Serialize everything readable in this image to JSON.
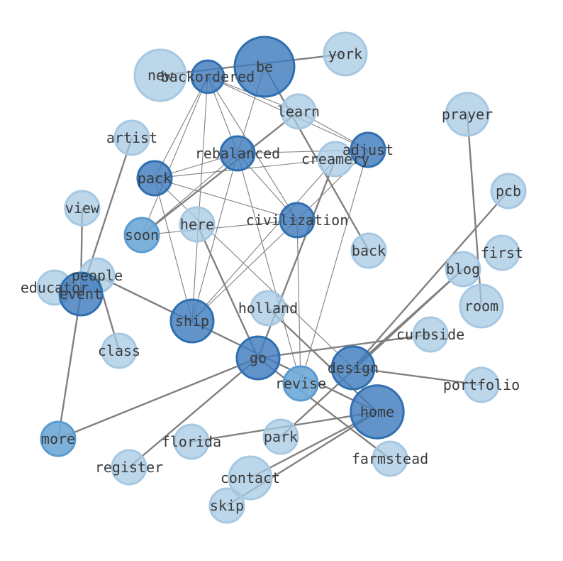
{
  "colors": {
    "edge": "#808080",
    "light_fill": "#a6c8e3",
    "light_stroke": "#a6c8e3",
    "dark_fill": "#3f7bbd",
    "dark_stroke": "#2f6fb0",
    "label": "#3a3a3a"
  },
  "nodes": [
    {
      "id": "be",
      "label": "be",
      "level": "dark",
      "weight": 1.0
    },
    {
      "id": "new",
      "label": "new",
      "level": "light",
      "weight": 0.75
    },
    {
      "id": "backordered",
      "label": "backordered",
      "level": "dark",
      "weight": 0.2
    },
    {
      "id": "york",
      "label": "york",
      "level": "light",
      "weight": 0.5
    },
    {
      "id": "learn",
      "label": "learn",
      "level": "light",
      "weight": 0.25
    },
    {
      "id": "prayer",
      "label": "prayer",
      "level": "light",
      "weight": 0.5
    },
    {
      "id": "artist",
      "label": "artist",
      "level": "light",
      "weight": 0.25
    },
    {
      "id": "rebalanced",
      "label": "rebalanced",
      "level": "dark",
      "weight": 0.25
    },
    {
      "id": "creamery",
      "label": "creamery",
      "level": "light",
      "weight": 0.25
    },
    {
      "id": "adjust",
      "label": "adjust",
      "level": "dark",
      "weight": 0.25
    },
    {
      "id": "pack",
      "label": "pack",
      "level": "dark",
      "weight": 0.25
    },
    {
      "id": "pcb",
      "label": "pcb",
      "level": "light",
      "weight": 0.25
    },
    {
      "id": "view",
      "label": "view",
      "level": "light",
      "weight": 0.25
    },
    {
      "id": "here",
      "label": "here",
      "level": "light",
      "weight": 0.25
    },
    {
      "id": "civilization",
      "label": "civilization",
      "level": "dark",
      "weight": 0.25
    },
    {
      "id": "soon",
      "label": "soon",
      "level": "mid",
      "weight": 0.25
    },
    {
      "id": "back",
      "label": "back",
      "level": "light",
      "weight": 0.25
    },
    {
      "id": "first",
      "label": "first",
      "level": "light",
      "weight": 0.25
    },
    {
      "id": "blog",
      "label": "blog",
      "level": "light",
      "weight": 0.25
    },
    {
      "id": "people",
      "label": "people",
      "level": "light",
      "weight": 0.25
    },
    {
      "id": "educator",
      "label": "educator",
      "level": "light",
      "weight": 0.25
    },
    {
      "id": "event",
      "label": "event",
      "level": "dark",
      "weight": 0.5
    },
    {
      "id": "room",
      "label": "room",
      "level": "light",
      "weight": 0.5
    },
    {
      "id": "holland",
      "label": "holland",
      "level": "light",
      "weight": 0.25
    },
    {
      "id": "ship",
      "label": "ship",
      "level": "dark",
      "weight": 0.5
    },
    {
      "id": "curbside",
      "label": "curbside",
      "level": "light",
      "weight": 0.25
    },
    {
      "id": "class",
      "label": "class",
      "level": "light",
      "weight": 0.25
    },
    {
      "id": "go",
      "label": "go",
      "level": "dark",
      "weight": 0.5
    },
    {
      "id": "design",
      "label": "design",
      "level": "dark",
      "weight": 0.5
    },
    {
      "id": "revise",
      "label": "revise",
      "level": "mid",
      "weight": 0.25
    },
    {
      "id": "portfolio",
      "label": "portfolio",
      "level": "light",
      "weight": 0.25
    },
    {
      "id": "home",
      "label": "home",
      "level": "dark",
      "weight": 0.8
    },
    {
      "id": "more",
      "label": "more",
      "level": "mid",
      "weight": 0.25
    },
    {
      "id": "florida",
      "label": "florida",
      "level": "light",
      "weight": 0.25
    },
    {
      "id": "park",
      "label": "park",
      "level": "light",
      "weight": 0.25
    },
    {
      "id": "farmstead",
      "label": "farmstead",
      "level": "light",
      "weight": 0.25
    },
    {
      "id": "register",
      "label": "register",
      "level": "light",
      "weight": 0.25
    },
    {
      "id": "contact",
      "label": "contact",
      "level": "light",
      "weight": 0.5
    },
    {
      "id": "skip",
      "label": "skip",
      "level": "light",
      "weight": 0.25
    }
  ],
  "edges": [
    {
      "source": "new",
      "target": "york",
      "strength": "strong"
    },
    {
      "source": "be",
      "target": "back",
      "strength": "strong"
    },
    {
      "source": "learn",
      "target": "soon",
      "strength": "strong"
    },
    {
      "source": "artist",
      "target": "event",
      "strength": "strong"
    },
    {
      "source": "view",
      "target": "event",
      "strength": "strong"
    },
    {
      "source": "people",
      "target": "class",
      "strength": "strong"
    },
    {
      "source": "people",
      "target": "home",
      "strength": "strong"
    },
    {
      "source": "educator",
      "target": "event",
      "strength": "strong"
    },
    {
      "source": "event",
      "target": "more",
      "strength": "strong"
    },
    {
      "source": "prayer",
      "target": "room",
      "strength": "strong"
    },
    {
      "source": "pcb",
      "target": "design",
      "strength": "strong"
    },
    {
      "source": "creamery",
      "target": "go",
      "strength": "strong"
    },
    {
      "source": "here",
      "target": "go",
      "strength": "strong"
    },
    {
      "source": "go",
      "target": "curbside",
      "strength": "strong"
    },
    {
      "source": "go",
      "target": "more",
      "strength": "strong"
    },
    {
      "source": "go",
      "target": "register",
      "strength": "strong"
    },
    {
      "source": "go",
      "target": "farmstead",
      "strength": "strong"
    },
    {
      "source": "holland",
      "target": "home",
      "strength": "strong"
    },
    {
      "source": "design",
      "target": "portfolio",
      "strength": "strong"
    },
    {
      "source": "blog",
      "target": "park",
      "strength": "strong"
    },
    {
      "source": "home",
      "target": "florida",
      "strength": "strong"
    },
    {
      "source": "home",
      "target": "skip",
      "strength": "strong"
    },
    {
      "source": "home",
      "target": "contact",
      "strength": "strong"
    },
    {
      "source": "blog",
      "target": "design",
      "strength": "strong"
    },
    {
      "source": "backordered",
      "target": "learn",
      "strength": "thin"
    },
    {
      "source": "backordered",
      "target": "rebalanced",
      "strength": "thin"
    },
    {
      "source": "backordered",
      "target": "pack",
      "strength": "thin"
    },
    {
      "source": "backordered",
      "target": "soon",
      "strength": "thin"
    },
    {
      "source": "backordered",
      "target": "ship",
      "strength": "thin"
    },
    {
      "source": "backordered",
      "target": "civilization",
      "strength": "thin"
    },
    {
      "source": "backordered",
      "target": "adjust",
      "strength": "thin"
    },
    {
      "source": "be",
      "target": "rebalanced",
      "strength": "thin"
    },
    {
      "source": "learn",
      "target": "adjust",
      "strength": "thin"
    },
    {
      "source": "rebalanced",
      "target": "adjust",
      "strength": "thin"
    },
    {
      "source": "rebalanced",
      "target": "pack",
      "strength": "thin"
    },
    {
      "source": "rebalanced",
      "target": "soon",
      "strength": "thin"
    },
    {
      "source": "rebalanced",
      "target": "ship",
      "strength": "thin"
    },
    {
      "source": "rebalanced",
      "target": "revise",
      "strength": "thin"
    },
    {
      "source": "rebalanced",
      "target": "civilization",
      "strength": "thin"
    },
    {
      "source": "pack",
      "target": "creamery",
      "strength": "thin"
    },
    {
      "source": "pack",
      "target": "civilization",
      "strength": "thin"
    },
    {
      "source": "pack",
      "target": "ship",
      "strength": "thin"
    },
    {
      "source": "pack",
      "target": "design",
      "strength": "thin"
    },
    {
      "source": "soon",
      "target": "civilization",
      "strength": "thin"
    },
    {
      "source": "civilization",
      "target": "ship",
      "strength": "thin"
    },
    {
      "source": "civilization",
      "target": "revise",
      "strength": "thin"
    },
    {
      "source": "adjust",
      "target": "revise",
      "strength": "thin"
    },
    {
      "source": "adjust",
      "target": "civilization",
      "strength": "thin"
    },
    {
      "source": "creamery",
      "target": "ship",
      "strength": "thin"
    }
  ]
}
